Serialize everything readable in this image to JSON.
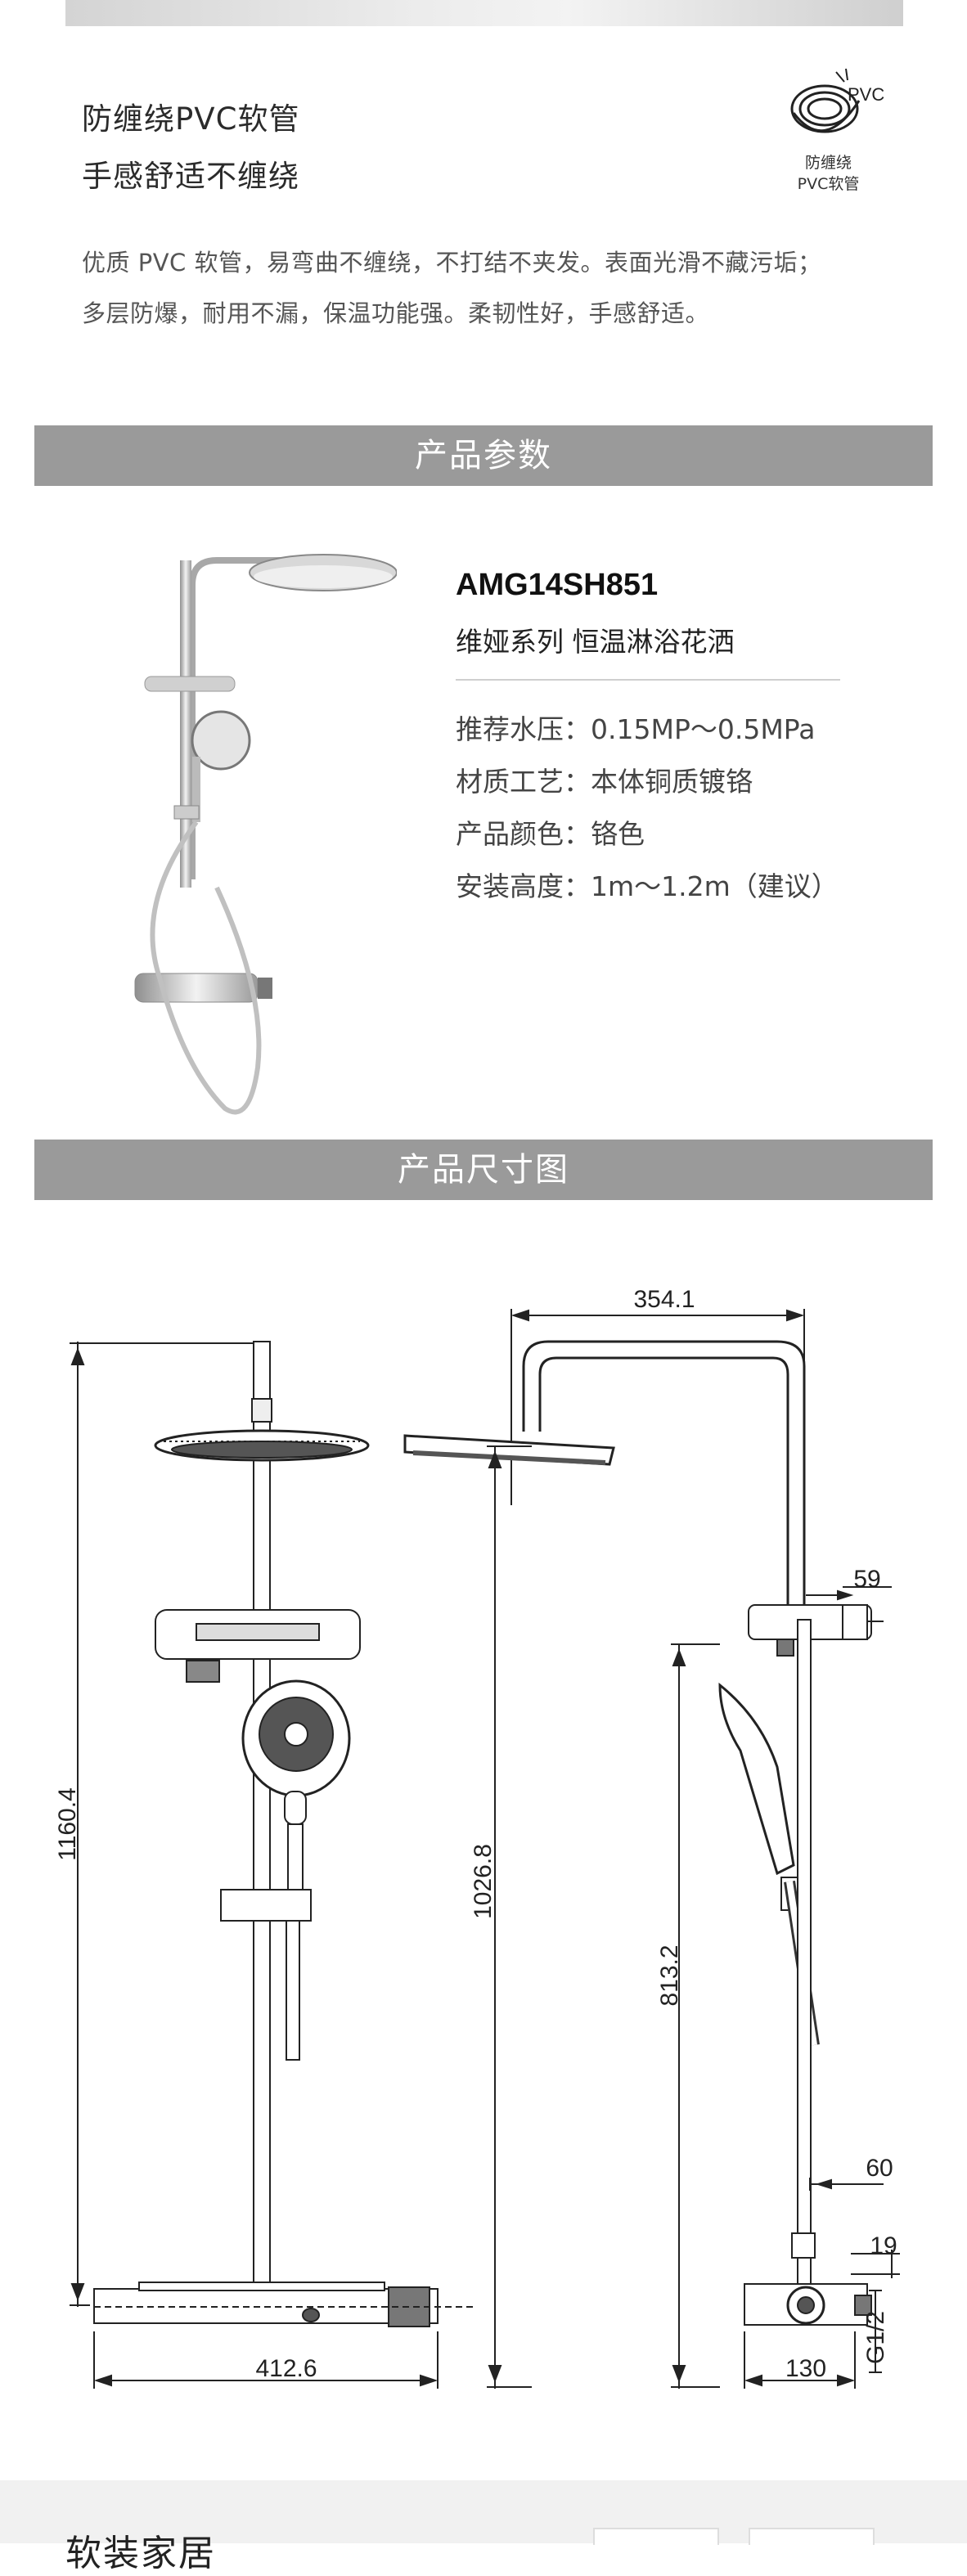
{
  "feature": {
    "title_line1": "防缠绕PVC软管",
    "title_line2": "手感舒适不缠绕",
    "description_line1": "优质 PVC 软管，易弯曲不缠绕，不打结不夹发。表面光滑不藏污垢；",
    "description_line2": "多层防爆，耐用不漏，保温功能强。柔韧性好，手感舒适。",
    "badge": {
      "logo_text": "PVC",
      "caption_line1": "防缠绕",
      "caption_line2": "PVC软管"
    }
  },
  "params_section": {
    "title": "产品参数",
    "model": "AMG14SH851",
    "series": "维娅系列 恒温淋浴花洒",
    "specs": [
      {
        "label": "推荐水压：",
        "value": "0.15MP～0.5MPa"
      },
      {
        "label": "材质工艺：",
        "value": "本体铜质镀铬"
      },
      {
        "label": "产品颜色：",
        "value": "铬色"
      },
      {
        "label": "安装高度：",
        "value": "1m～1.2m（建议）"
      }
    ]
  },
  "dimension_section": {
    "title": "产品尺寸图",
    "labels": {
      "total_height": "1160.4",
      "total_width": "412.6",
      "arm_length": "354.1",
      "head_height": "1026.8",
      "holder_height": "813.2",
      "shelf_offset": "59",
      "wall_offset": "60",
      "inlet_offset": "19",
      "depth": "130",
      "thread": "G1/2"
    }
  },
  "footer": {
    "partial_text": "软装家居"
  },
  "colors": {
    "band": "#9a9a9a",
    "chrome": "#c8c8c8",
    "line": "#222222"
  }
}
